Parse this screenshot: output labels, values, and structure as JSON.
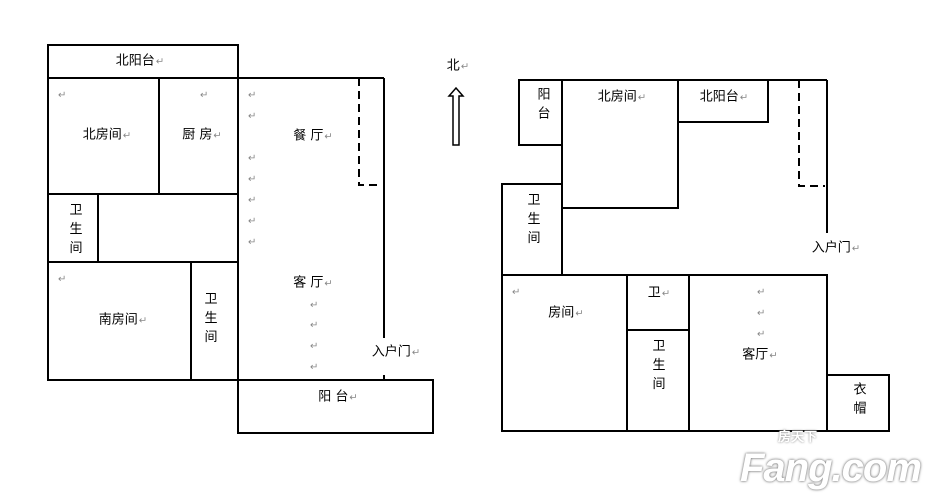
{
  "paragraph_mark": "↵",
  "north_indicator": {
    "label": "北"
  },
  "left_plan": {
    "north_balcony": "北阳台",
    "north_room": "北房间",
    "kitchen": "厨 房",
    "dining": "餐 厅",
    "bath1": "卫生间",
    "south_room": "南房间",
    "bath2": "卫生间",
    "living": "客 厅",
    "entrance": "入户门",
    "balcony": "阳 台"
  },
  "right_plan": {
    "balcony": "阳台",
    "north_room": "北房间",
    "north_balcony": "北阳台",
    "bath1": "卫生间",
    "entrance": "入户门",
    "room": "房间",
    "wc": "卫",
    "bath2": "卫生间",
    "living": "客厅",
    "cloakroom": "衣帽"
  },
  "watermark": {
    "brand": "Fang.com",
    "cn": "房天下"
  }
}
